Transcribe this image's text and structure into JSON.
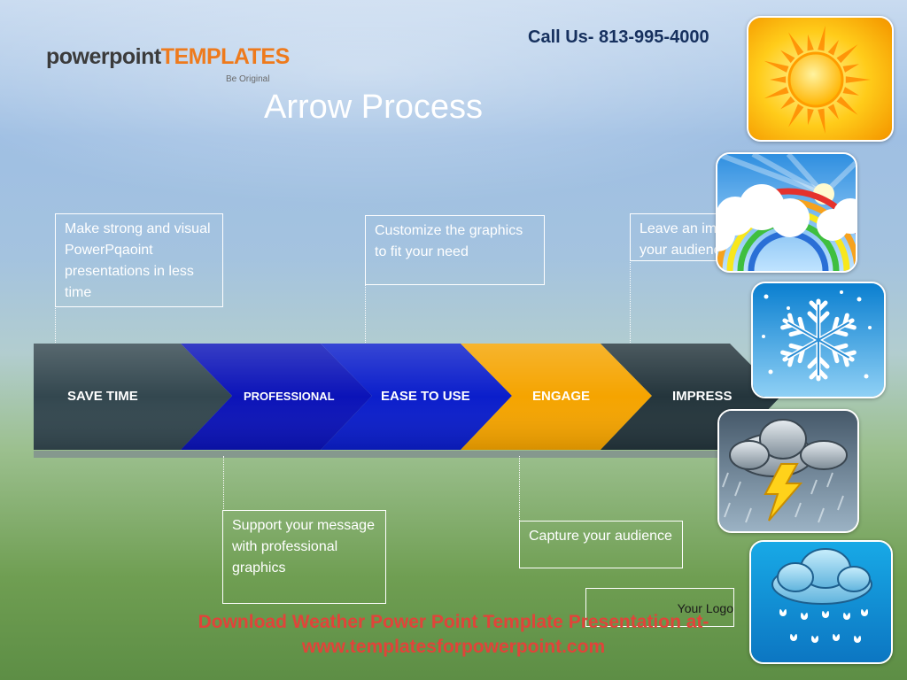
{
  "header": {
    "logo_part1": "powerpoint",
    "logo_part2": "TEMPLATES",
    "tagline": "Be Original",
    "title": "Arrow Process",
    "call": "Call Us- 813-995-4000"
  },
  "steps": [
    {
      "label": "SAVE TIME",
      "color": "#33474f"
    },
    {
      "label": "PROFESSIONAL",
      "color": "#0b13b8"
    },
    {
      "label": "EASE TO USE",
      "color": "#0b1ecb"
    },
    {
      "label": "ENGAGE",
      "color": "#f5a400"
    },
    {
      "label": "IMPRESS",
      "color": "#24353c"
    }
  ],
  "notes": {
    "save_time": "Make strong and visual PowerPqaoint presentations in less time",
    "ease_to_use": "Customize the graphics to fit your need",
    "impress": "Leave an impact on your audience",
    "professional": "Support your message with professional graphics",
    "engage": "Capture your audience"
  },
  "weather_icons": [
    "sun-icon",
    "rainbow-icon",
    "snowflake-icon",
    "thunderstorm-icon",
    "rain-cloud-icon"
  ],
  "your_logo": "Your Logo",
  "download": {
    "line1": "Download Weather Power Point Template Presentation at-",
    "line2": "www.templatesforpowerpoint.com"
  }
}
